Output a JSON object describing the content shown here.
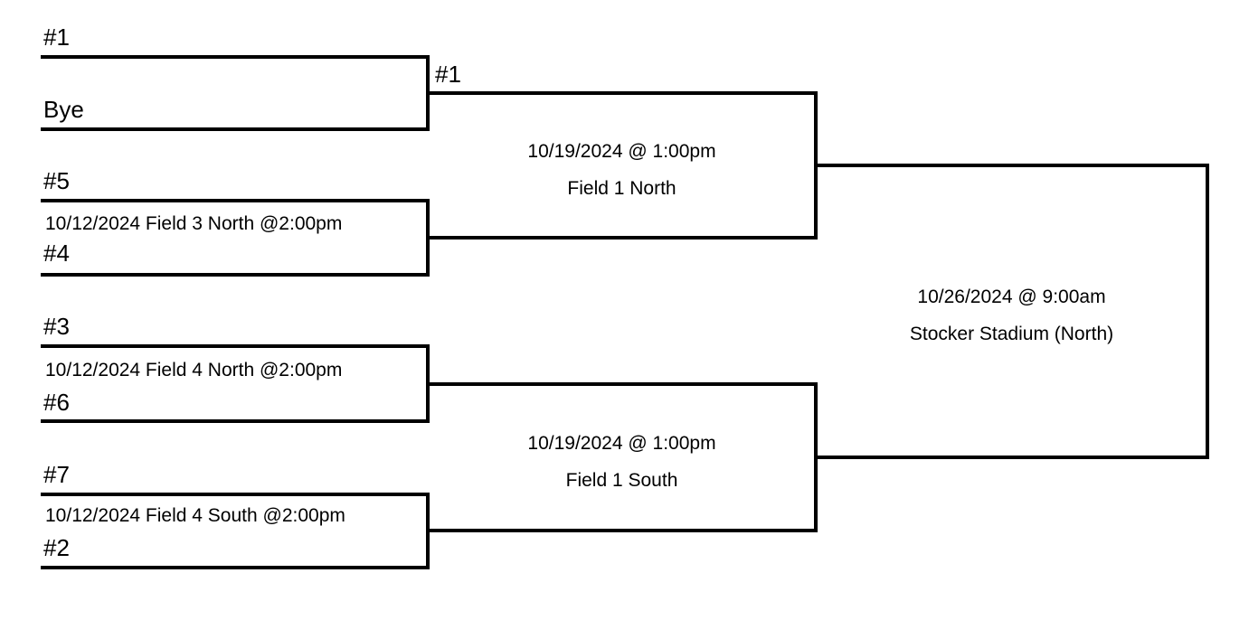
{
  "colors": {
    "line": "#000000",
    "text": "#000000",
    "background": "#ffffff"
  },
  "bracket": {
    "round1_matches": [
      {
        "top_seed": "#1",
        "bottom_seed": "Bye"
      },
      {
        "top_seed": "#5",
        "bottom_seed": "#4",
        "detail": "10/12/2024 Field 3 North @2:00pm"
      },
      {
        "top_seed": "#3",
        "bottom_seed": "#6",
        "detail": "10/12/2024 Field 4 North @2:00pm"
      },
      {
        "top_seed": "#7",
        "bottom_seed": "#2",
        "detail": "10/12/2024 Field 4 South @2:00pm"
      }
    ],
    "round2_matches": [
      {
        "advancer": "#1",
        "datetime": "10/19/2024 @ 1:00pm",
        "venue": "Field 1 North"
      },
      {
        "datetime": "10/19/2024 @ 1:00pm",
        "venue": "Field 1 South"
      }
    ],
    "final_match": {
      "datetime": "10/26/2024 @ 9:00am",
      "venue": "Stocker Stadium (North)"
    }
  }
}
